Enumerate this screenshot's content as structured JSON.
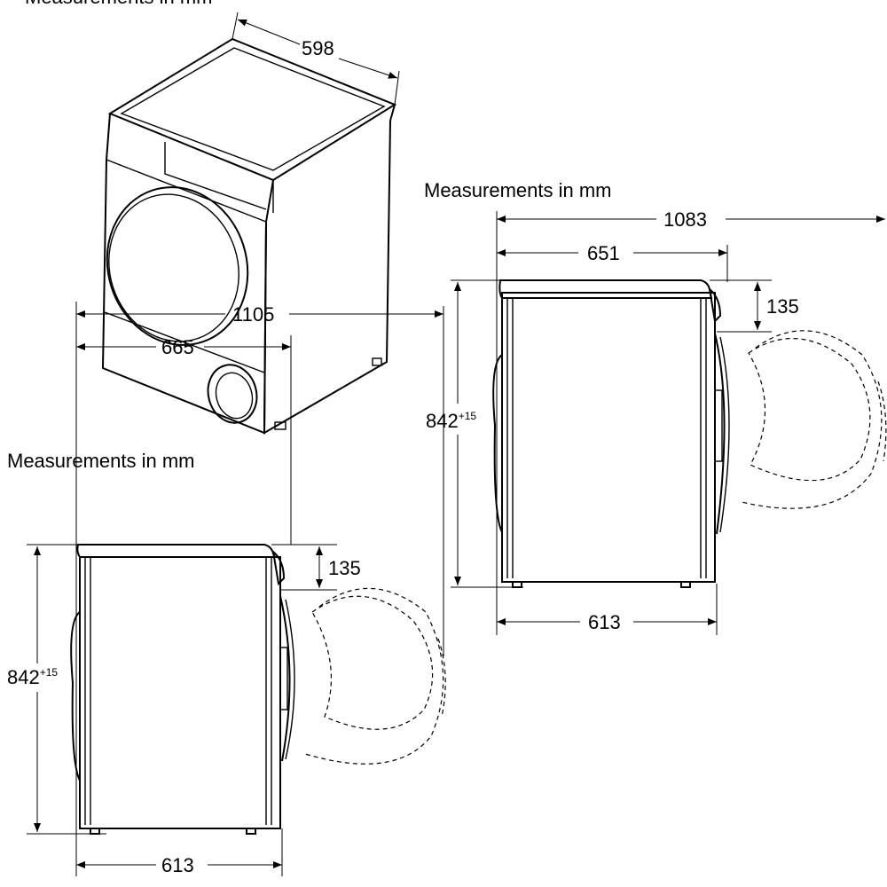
{
  "captions": {
    "top_left_partial": "Measurements in mm",
    "right_view": "Measurements in mm",
    "left_view": "Measurements in mm"
  },
  "iso_view": {
    "width": "598"
  },
  "right_view": {
    "overall_depth": "1083",
    "depth_with_door": "651",
    "top_offset": "135",
    "height": "842",
    "height_tolerance": "+15",
    "base_depth": "613"
  },
  "left_view": {
    "overall_depth": "1105",
    "depth_with_door": "665",
    "top_offset": "135",
    "height": "842",
    "height_tolerance": "+15",
    "base_depth": "613"
  }
}
